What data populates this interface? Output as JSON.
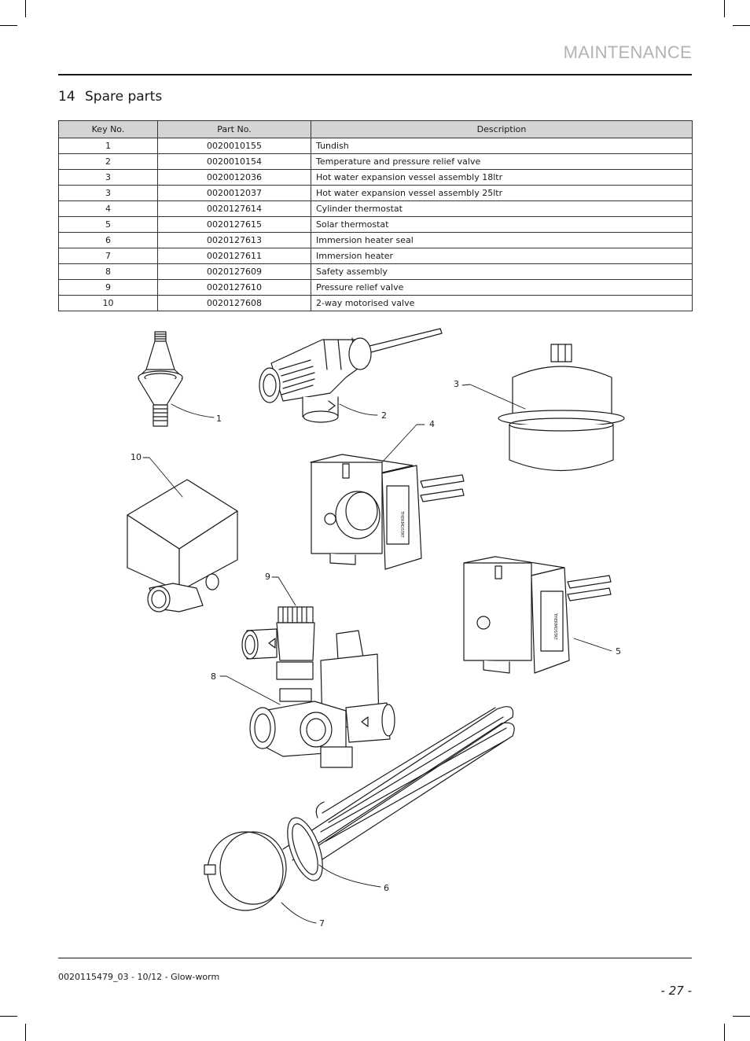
{
  "header": {
    "title": "MAINTENANCE"
  },
  "section": {
    "number": "14",
    "title": "Spare parts"
  },
  "table": {
    "columns": [
      "Key No.",
      "Part No.",
      "Description"
    ],
    "rows": [
      [
        "1",
        "0020010155",
        "Tundish"
      ],
      [
        "2",
        "0020010154",
        "Temperature and pressure relief valve"
      ],
      [
        "3",
        "0020012036",
        "Hot water expansion vessel assembly 18ltr"
      ],
      [
        "3",
        "0020012037",
        "Hot water expansion vessel assembly 25ltr"
      ],
      [
        "4",
        "0020127614",
        "Cylinder thermostat"
      ],
      [
        "5",
        "0020127615",
        "Solar thermostat"
      ],
      [
        "6",
        "0020127613",
        "Immersion heater seal"
      ],
      [
        "7",
        "0020127611",
        "Immersion heater"
      ],
      [
        "8",
        "0020127609",
        "Safety assembly"
      ],
      [
        "9",
        "0020127610",
        "Pressure relief valve"
      ],
      [
        "10",
        "0020127608",
        "2-way motorised valve"
      ]
    ]
  },
  "figure": {
    "callouts": [
      "1",
      "2",
      "3",
      "4",
      "5",
      "6",
      "7",
      "8",
      "9",
      "10"
    ],
    "thermostat_label": "THERMOSTAT"
  },
  "footer": {
    "doc_ref": "0020115479_03 - 10/12 - Glow-worm",
    "page": "- 27 -"
  }
}
